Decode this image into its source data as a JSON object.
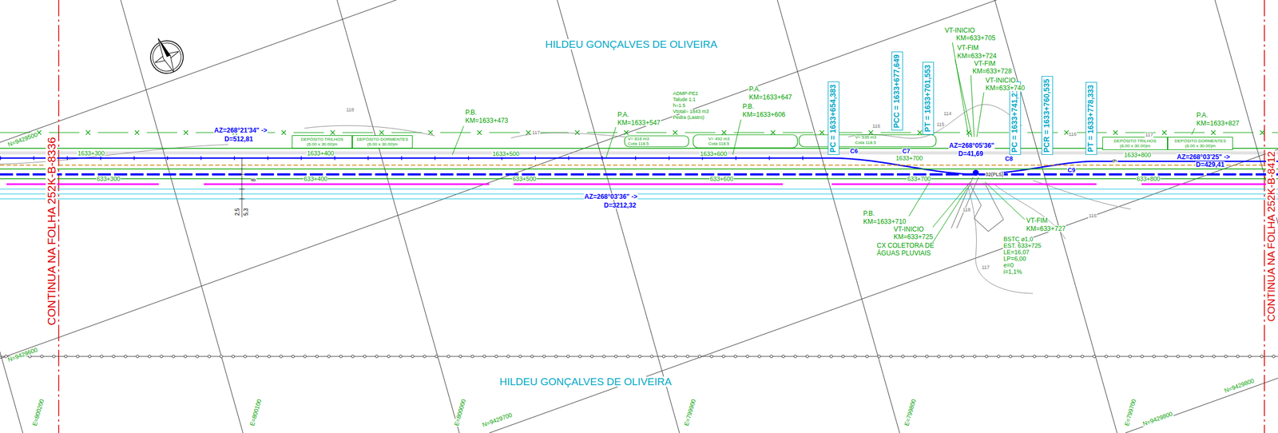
{
  "diagram": {
    "nodes": [
      {
        "text": [
          "DEPÓSITO TRILHOS",
          "(6.00 x 30.00)m"
        ]
      },
      {
        "text": [
          "DEPÓSITO DORMENTES",
          "(6.00 x 30.00)m"
        ]
      },
      {
        "text": [
          "DEPÓSITO TRILHOS",
          "(6.00 x 30.00)m"
        ]
      },
      {
        "text": [
          "DEPÓSITO DORMENTES",
          "(6.00 x 30.00)m"
        ]
      },
      {
        "text": [
          "PC = 1633+654,383"
        ]
      },
      {
        "text": [
          "PCC = 1633+677,649"
        ]
      },
      {
        "text": [
          "PT = 1633+701,553"
        ]
      },
      {
        "text": [
          "PC = 1633+741,212"
        ]
      },
      {
        "text": [
          "PCR = 1633+760,535"
        ]
      },
      {
        "text": [
          "PT = 1633+778,333"
        ]
      }
    ],
    "labels": [
      "HILDEU GONÇALVES DE OLIVEIRA",
      "HILDEU GONÇALVES DE OLIVEIRA",
      "CONTINUA NA FOLHA 252K-B-8336",
      "CONTINUA NA FOLHA 252K-B-8412",
      "N=9429500",
      "AZ=268°21'34\" ->",
      "D=512,81",
      "P.B.",
      "KM=1633+473",
      "P.A.",
      "KM=1633+547",
      "ADMP-PE2",
      "Talude 1:1",
      "h=1.5",
      "Vtotal= 1843 m3",
      "Pedra (Lastro)",
      "P.A.",
      "KM=1633+647",
      "P.B.",
      "KM=1633+606",
      "V= 816 m3",
      "Cota 118.5",
      "V= 492 m3",
      "Cota 118.5",
      "V= 535 m3",
      "Cota 118.5",
      "1633+300",
      "1633+400",
      "1633+500",
      "1633+600",
      "1633+700",
      "1633+800",
      "633+300",
      "633+400",
      "633+500",
      "633+600",
      "633+700",
      "633+800",
      "AZ=268°03'36\" ->",
      "D=3212,32",
      "2,5",
      "5,3",
      "8",
      "C6",
      "C7",
      "C8",
      "C9",
      "AZ=268°05'36\"",
      "D=41,69",
      "AZ=268°03'25\" ->",
      "D=429,41",
      "9",
      "VT-INICIO",
      "KM=633+705",
      "VT-FIM",
      "KM=633+724",
      "VT-FIM",
      "KM=633+728",
      "VT-INICIO",
      "KM=633+740",
      "P.A.",
      "KM=1633+827",
      "P.B.",
      "KM=1633+710",
      "VT-INICIO",
      "KM=633+725",
      "CX COLETORA DE",
      "ÁGUAS PLUVIAIS",
      "VT-FIM",
      "KM=633+727",
      "BSTC ø1,0",
      "EST. 633+725",
      "LE=16,07",
      "LP=6,00",
      "e=0",
      "i=1,1%",
      "02(PLS)",
      "N=9429600",
      "E=800200",
      "E=800100",
      "E=800000",
      "N=9429700",
      "E=799900",
      "E=799800",
      "E=799700",
      "N=9429800",
      "N=9429800",
      "118",
      "117",
      "116",
      "115",
      "114",
      "117",
      "116",
      "117",
      "118",
      "116"
    ]
  }
}
